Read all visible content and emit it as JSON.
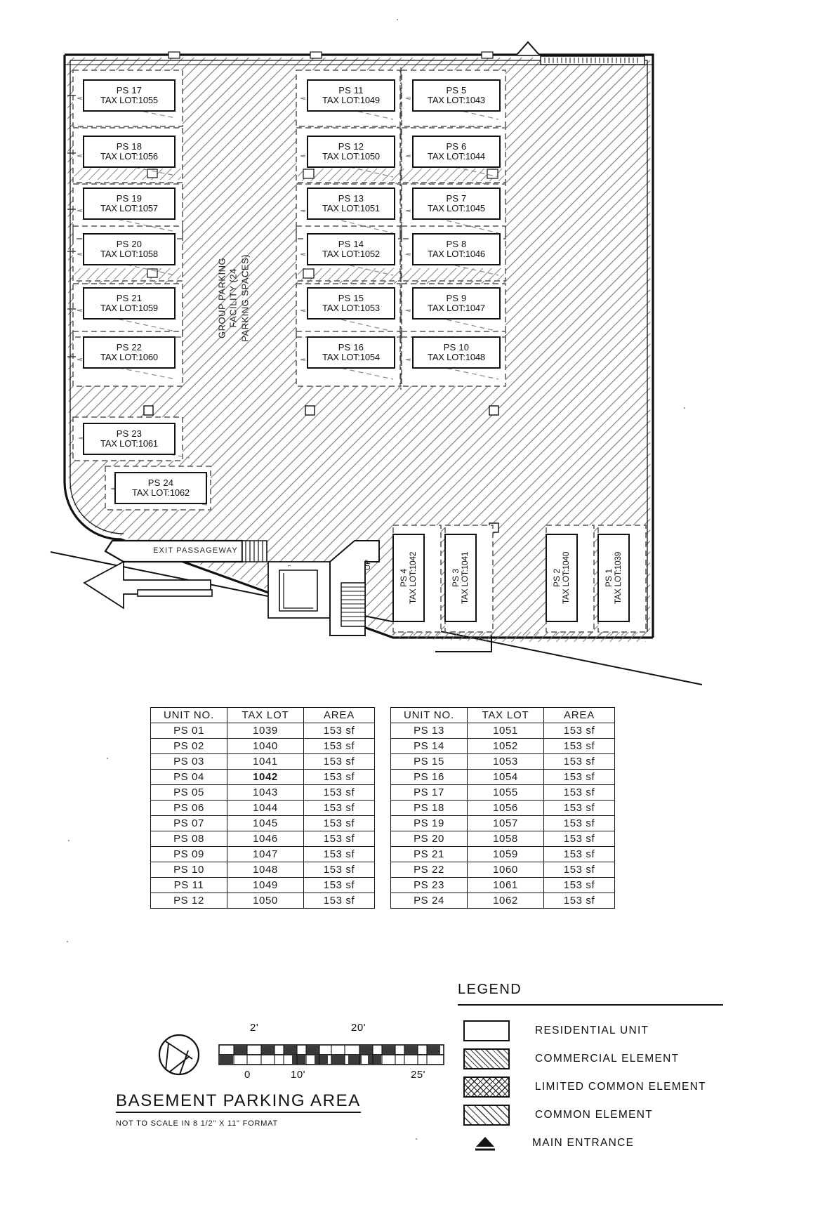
{
  "drawing": {
    "title": "BASEMENT PARKING AREA",
    "subtitle": "NOT TO SCALE IN 8 1/2\" X 11\" FORMAT",
    "center_label": "GROUP PARKING\nFACILITY (24\nPARKING SPACES)",
    "exit_label": "EXIT PASSAGEWAY"
  },
  "plan_spaces_left": [
    {
      "id": "PS 17",
      "lot": "TAX LOT:1055"
    },
    {
      "id": "PS 18",
      "lot": "TAX LOT:1056"
    },
    {
      "id": "PS 19",
      "lot": "TAX LOT:1057"
    },
    {
      "id": "PS 20",
      "lot": "TAX LOT:1058"
    },
    {
      "id": "PS 21",
      "lot": "TAX LOT:1059"
    },
    {
      "id": "PS 22",
      "lot": "TAX LOT:1060"
    },
    {
      "id": "PS 23",
      "lot": "TAX LOT:1061"
    },
    {
      "id": "PS 24",
      "lot": "TAX LOT:1062"
    }
  ],
  "plan_spaces_mid": [
    {
      "id": "PS 11",
      "lot": "TAX LOT:1049"
    },
    {
      "id": "PS 12",
      "lot": "TAX LOT:1050"
    },
    {
      "id": "PS 13",
      "lot": "TAX LOT:1051"
    },
    {
      "id": "PS 14",
      "lot": "TAX LOT:1052"
    },
    {
      "id": "PS 15",
      "lot": "TAX LOT:1053"
    },
    {
      "id": "PS 16",
      "lot": "TAX LOT:1054"
    }
  ],
  "plan_spaces_right": [
    {
      "id": "PS 5",
      "lot": "TAX LOT:1043"
    },
    {
      "id": "PS 6",
      "lot": "TAX LOT:1044"
    },
    {
      "id": "PS 7",
      "lot": "TAX LOT:1045"
    },
    {
      "id": "PS 8",
      "lot": "TAX LOT:1046"
    },
    {
      "id": "PS 9",
      "lot": "TAX LOT:1047"
    },
    {
      "id": "PS 10",
      "lot": "TAX LOT:1048"
    }
  ],
  "plan_spaces_bottom": [
    {
      "id": "PS 4",
      "lot": "TAX LOT:1042"
    },
    {
      "id": "PS 3",
      "lot": "TAX LOT:1041"
    },
    {
      "id": "PS 2",
      "lot": "TAX LOT:1040"
    },
    {
      "id": "PS 1",
      "lot": "TAX LOT:1039"
    }
  ],
  "table": {
    "headers": [
      "UNIT NO.",
      "TAX LOT",
      "AREA"
    ],
    "left_rows": [
      [
        "PS  01",
        "1039",
        "153  sf"
      ],
      [
        "PS  02",
        "1040",
        "153  sf"
      ],
      [
        "PS  03",
        "1041",
        "153  sf"
      ],
      [
        "PS  04",
        "1042",
        "153  sf"
      ],
      [
        "PS  05",
        "1043",
        "153  sf"
      ],
      [
        "PS  06",
        "1044",
        "153  sf"
      ],
      [
        "PS  07",
        "1045",
        "153  sf"
      ],
      [
        "PS  08",
        "1046",
        "153  sf"
      ],
      [
        "PS  09",
        "1047",
        "153  sf"
      ],
      [
        "PS  10",
        "1048",
        "153  sf"
      ],
      [
        "PS  11",
        "1049",
        "153  sf"
      ],
      [
        "PS  12",
        "1050",
        "153  sf"
      ]
    ],
    "right_rows": [
      [
        "PS  13",
        "1051",
        "153  sf"
      ],
      [
        "PS  14",
        "1052",
        "153  sf"
      ],
      [
        "PS  15",
        "1053",
        "153  sf"
      ],
      [
        "PS  16",
        "1054",
        "153  sf"
      ],
      [
        "PS  17",
        "1055",
        "153  sf"
      ],
      [
        "PS  18",
        "1056",
        "153  sf"
      ],
      [
        "PS  19",
        "1057",
        "153  sf"
      ],
      [
        "PS  20",
        "1058",
        "153  sf"
      ],
      [
        "PS  21",
        "1059",
        "153  sf"
      ],
      [
        "PS  22",
        "1060",
        "153  sf"
      ],
      [
        "PS  23",
        "1061",
        "153  sf"
      ],
      [
        "PS  24",
        "1062",
        "153  sf"
      ]
    ]
  },
  "legend": {
    "title": "LEGEND",
    "items": [
      {
        "label": "RESIDENTIAL UNIT",
        "swatch": "residential-swatch"
      },
      {
        "label": "COMMERCIAL ELEMENT",
        "swatch": "commercial-swatch"
      },
      {
        "label": "LIMITED COMMON ELEMENT",
        "swatch": "limited-common-swatch"
      },
      {
        "label": "COMMON ELEMENT",
        "swatch": "common-swatch"
      },
      {
        "label": "MAIN ENTRANCE",
        "swatch": "main-entrance-triangle-icon"
      }
    ]
  },
  "scale_bar": {
    "top_left": "2'",
    "top_right": "20'",
    "bottom_left": "0",
    "bottom_mid": "10'",
    "bottom_right": "25'"
  }
}
